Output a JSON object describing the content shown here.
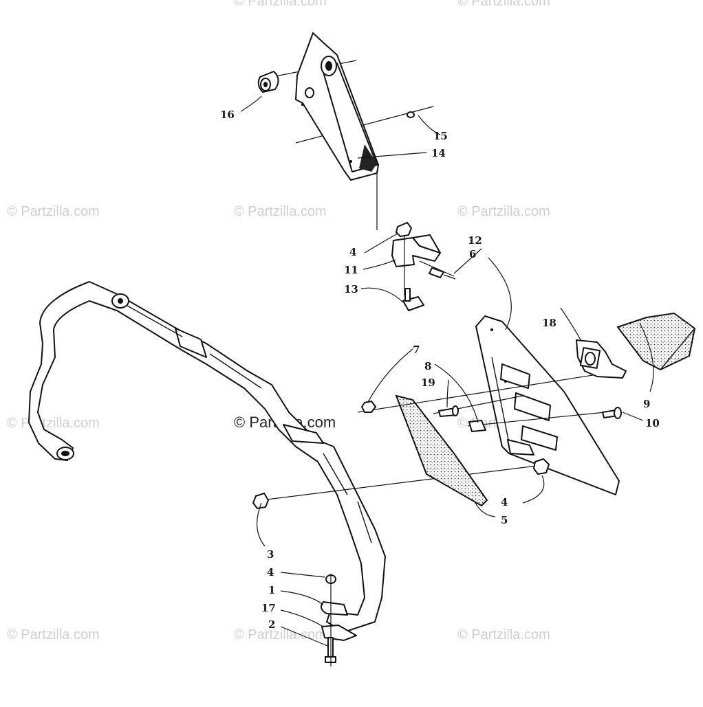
{
  "watermark": {
    "text": "© Partzilla.com",
    "center_text": "© Partzilla.com"
  },
  "callouts": {
    "c1": "1",
    "c2": "2",
    "c3": "3",
    "c4a": "4",
    "c4b": "4",
    "c4c": "4",
    "c5": "5",
    "c6": "6",
    "c7": "7",
    "c8": "8",
    "c9": "9",
    "c10": "10",
    "c11": "11",
    "c12": "12",
    "c13": "13",
    "c14": "14",
    "c15": "15",
    "c16": "16",
    "c17": "17",
    "c18": "18",
    "c19": "19"
  },
  "colors": {
    "ink": "#111111",
    "watermark": "#cfcfcf",
    "background": "#ffffff"
  }
}
